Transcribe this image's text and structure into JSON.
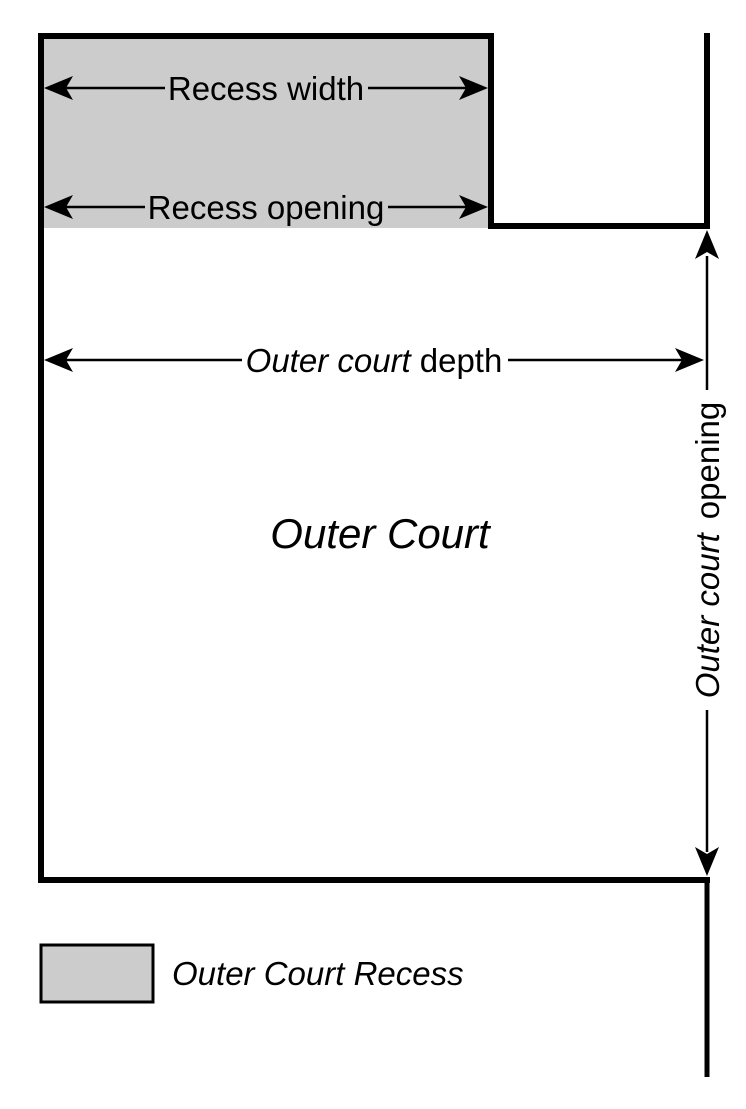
{
  "colors": {
    "background": "#ffffff",
    "line": "#000000",
    "recess_fill": "#cccccc"
  },
  "labels": {
    "recess_width": "Recess width",
    "recess_opening": "Recess opening",
    "depth_italic": "Outer court",
    "depth_regular": "depth",
    "opening_italic": "Outer court",
    "opening_regular": "opening",
    "outer_court": "Outer Court"
  },
  "legend": {
    "swatch_fill": "#cccccc",
    "label": "Outer Court Recess"
  }
}
